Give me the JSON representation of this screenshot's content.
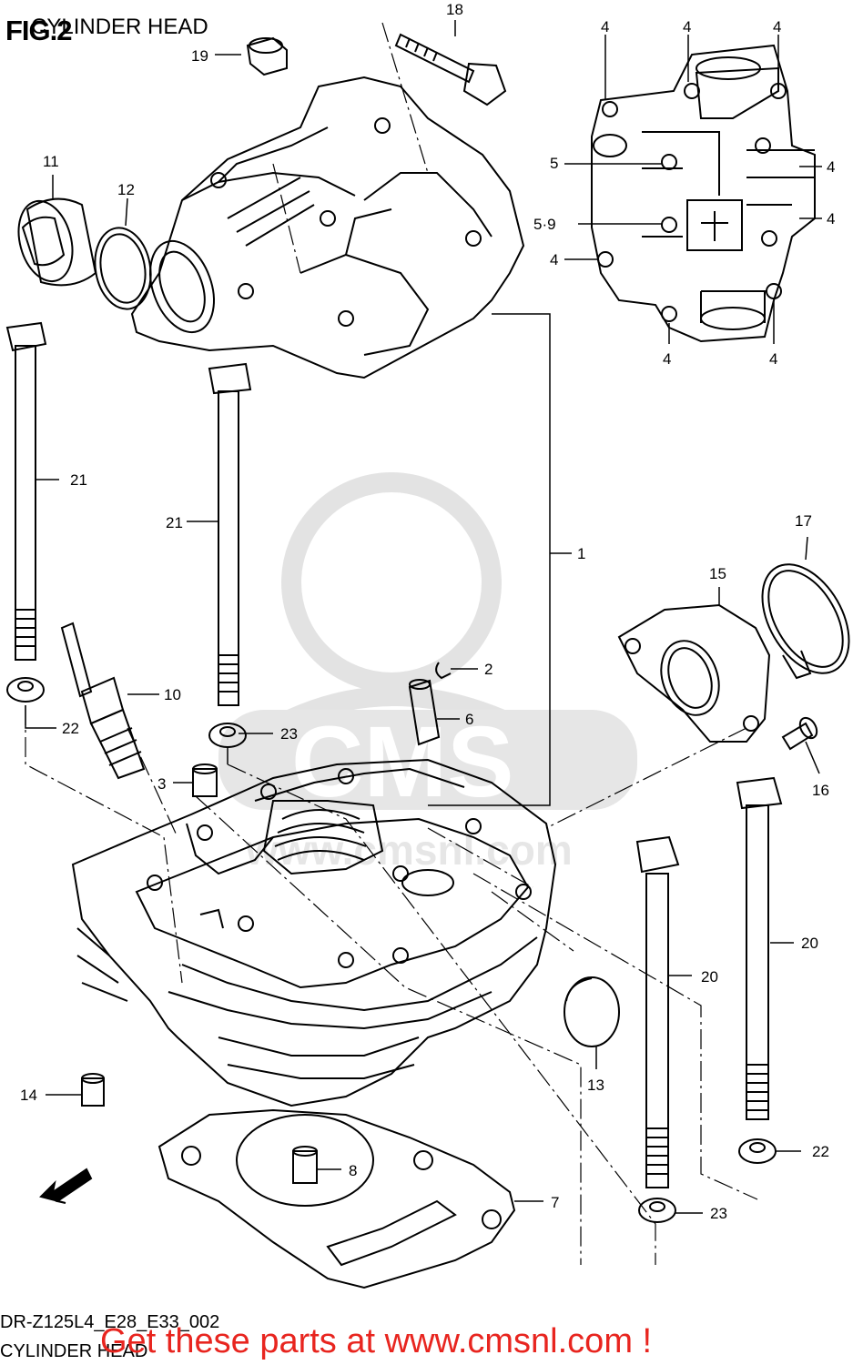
{
  "header": {
    "fig_label": "FIG.2",
    "title": "CYLINDER HEAD"
  },
  "footer": {
    "model_code": "DR-Z125L4_E28_E33_002",
    "caption": "CYLINDER HEAD",
    "promo_text": "Get these parts at www.cmsnl.com !"
  },
  "watermark": {
    "text": "CMS",
    "subtext": "www.cmsnl.com"
  },
  "callouts": {
    "c18": "18",
    "c19": "19",
    "c11": "11",
    "c12": "12",
    "c4a": "4",
    "c4b": "4",
    "c4c": "4",
    "c4d": "4",
    "c4e": "4",
    "c4f": "4",
    "c4g": "4",
    "c4h": "4",
    "c5": "5",
    "c59": "5·9",
    "c21a": "21",
    "c21b": "21",
    "c1": "1",
    "c17": "17",
    "c15": "15",
    "c2": "2",
    "c6": "6",
    "c10": "10",
    "c22a": "22",
    "c23a": "23",
    "c3": "3",
    "c16": "16",
    "c20a": "20",
    "c20b": "20",
    "c13": "13",
    "c14": "14",
    "c22b": "22",
    "c8": "8",
    "c7": "7",
    "c23b": "23",
    "fwd": "FWD"
  },
  "colors": {
    "line": "#000000",
    "promo": "#e8251f",
    "watermark": "#e6e6e6"
  }
}
